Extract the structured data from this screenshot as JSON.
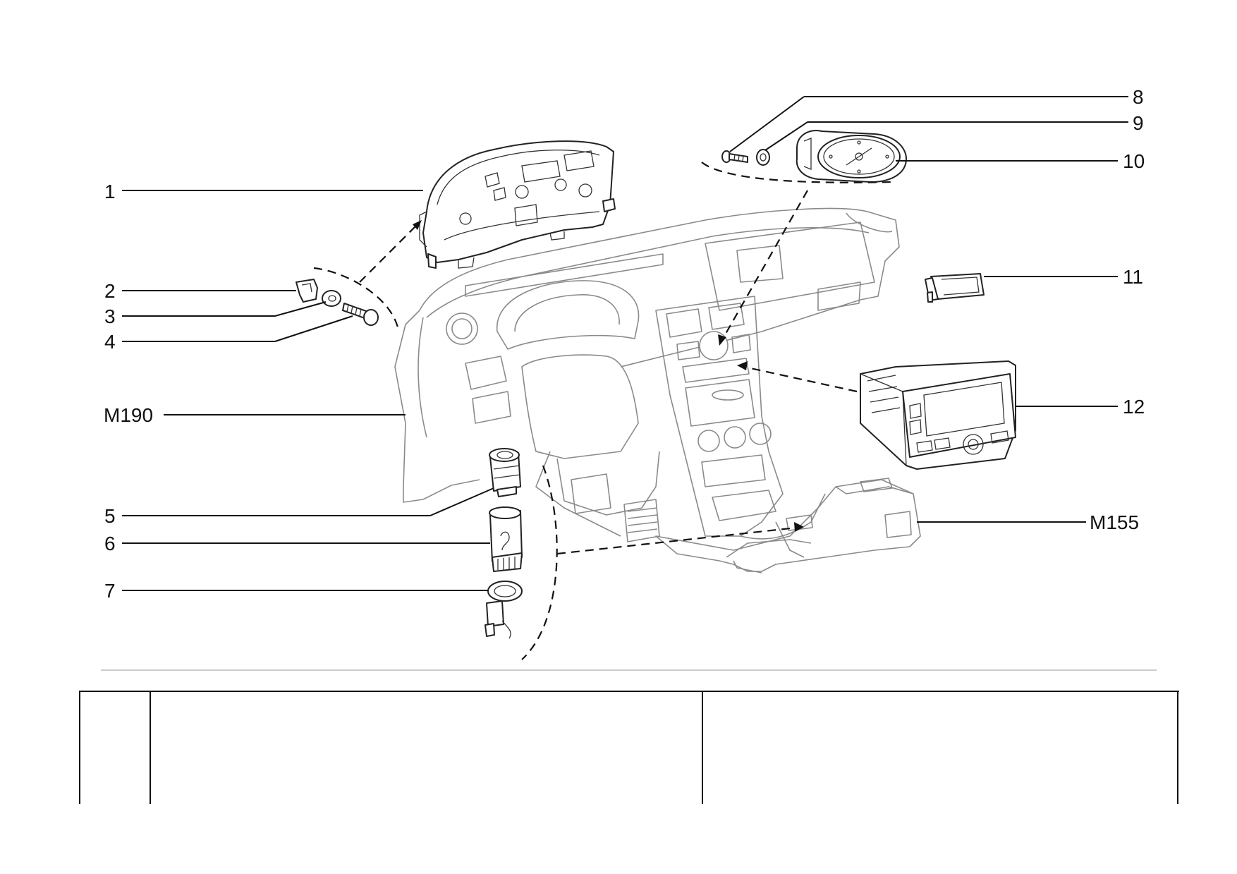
{
  "callouts": [
    {
      "id": "1",
      "text": "1"
    },
    {
      "id": "2",
      "text": "2"
    },
    {
      "id": "3",
      "text": "3"
    },
    {
      "id": "4",
      "text": "4"
    },
    {
      "id": "m190",
      "text": "M190"
    },
    {
      "id": "5",
      "text": "5"
    },
    {
      "id": "6",
      "text": "6"
    },
    {
      "id": "7",
      "text": "7"
    },
    {
      "id": "8",
      "text": "8"
    },
    {
      "id": "9",
      "text": "9"
    },
    {
      "id": "10",
      "text": "10"
    },
    {
      "id": "11",
      "text": "11"
    },
    {
      "id": "12",
      "text": "12"
    },
    {
      "id": "m155",
      "text": "M155"
    }
  ],
  "colors": {
    "ink": "#111111",
    "ghost": "#8a8a8a",
    "background": "#ffffff"
  }
}
